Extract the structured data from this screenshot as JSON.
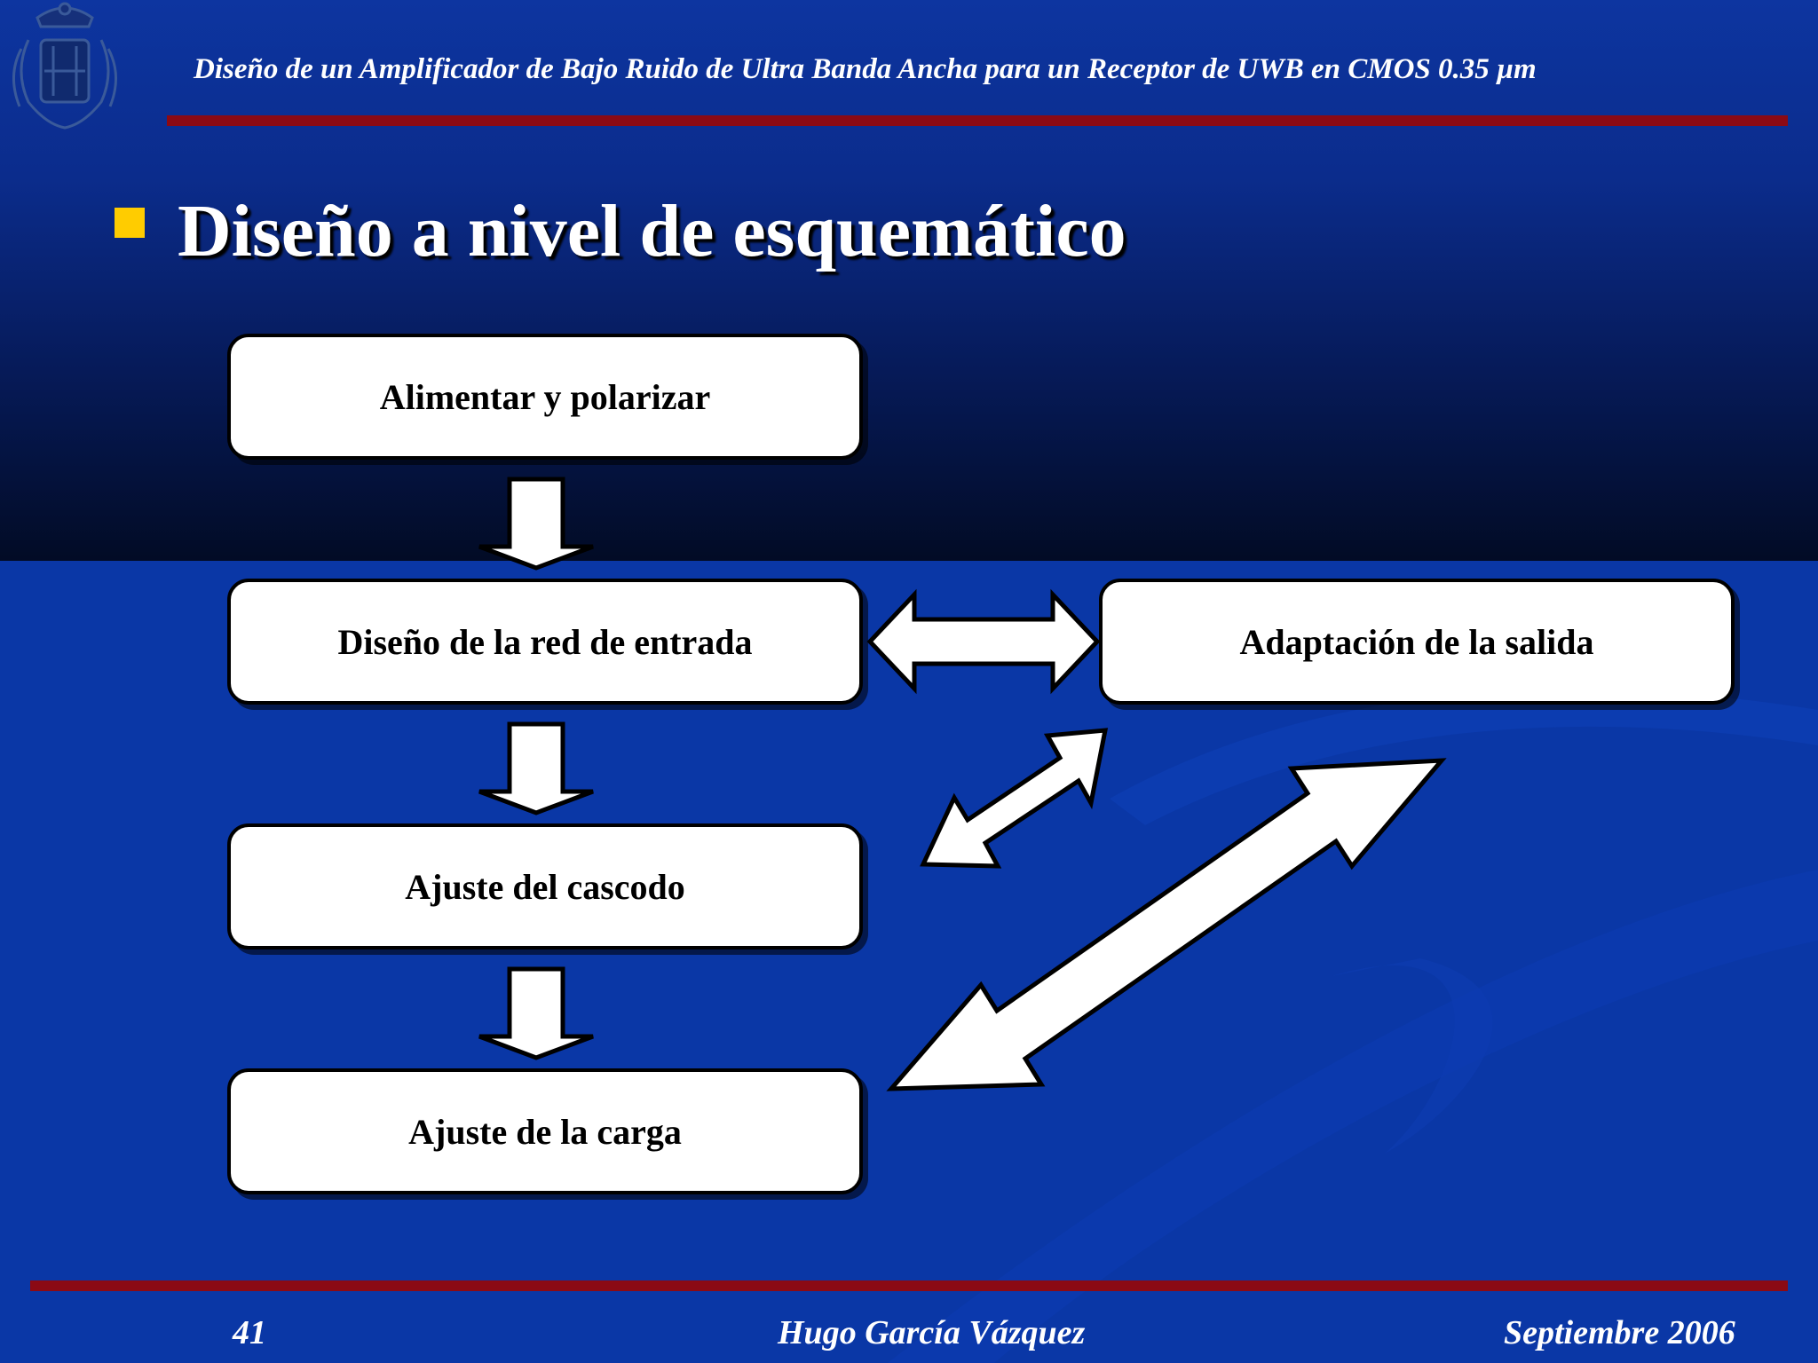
{
  "header": {
    "title": "Diseño de un Amplificador de Bajo Ruido de Ultra Banda Ancha para un Receptor de UWB en CMOS 0.35 µm",
    "emblem_icon": "university-crest-icon"
  },
  "slide": {
    "heading": "Diseño a nivel de esquemático",
    "bullet_color": "#ffcc00"
  },
  "diagram": {
    "nodes": [
      {
        "id": "alimentar",
        "label": "Alimentar y polarizar"
      },
      {
        "id": "entrada",
        "label": "Diseño de la red de entrada"
      },
      {
        "id": "salida",
        "label": "Adaptación de la salida"
      },
      {
        "id": "cascodo",
        "label": "Ajuste del cascodo"
      },
      {
        "id": "carga",
        "label": "Ajuste de la carga"
      }
    ],
    "edges": [
      {
        "from": "alimentar",
        "to": "entrada",
        "direction": "one-way"
      },
      {
        "from": "entrada",
        "to": "cascodo",
        "direction": "one-way"
      },
      {
        "from": "cascodo",
        "to": "carga",
        "direction": "one-way"
      },
      {
        "from": "entrada",
        "to": "salida",
        "direction": "two-way"
      },
      {
        "from": "cascodo",
        "to": "salida",
        "direction": "two-way"
      },
      {
        "from": "carga",
        "to": "salida",
        "direction": "two-way"
      }
    ]
  },
  "footer": {
    "page_number": "41",
    "author": "Hugo García Vázquez",
    "date": "Septiembre 2006"
  },
  "colors": {
    "background_blue": "#0a37a6",
    "rule_red": "#8b0a14",
    "box_fill": "#ffffff"
  }
}
